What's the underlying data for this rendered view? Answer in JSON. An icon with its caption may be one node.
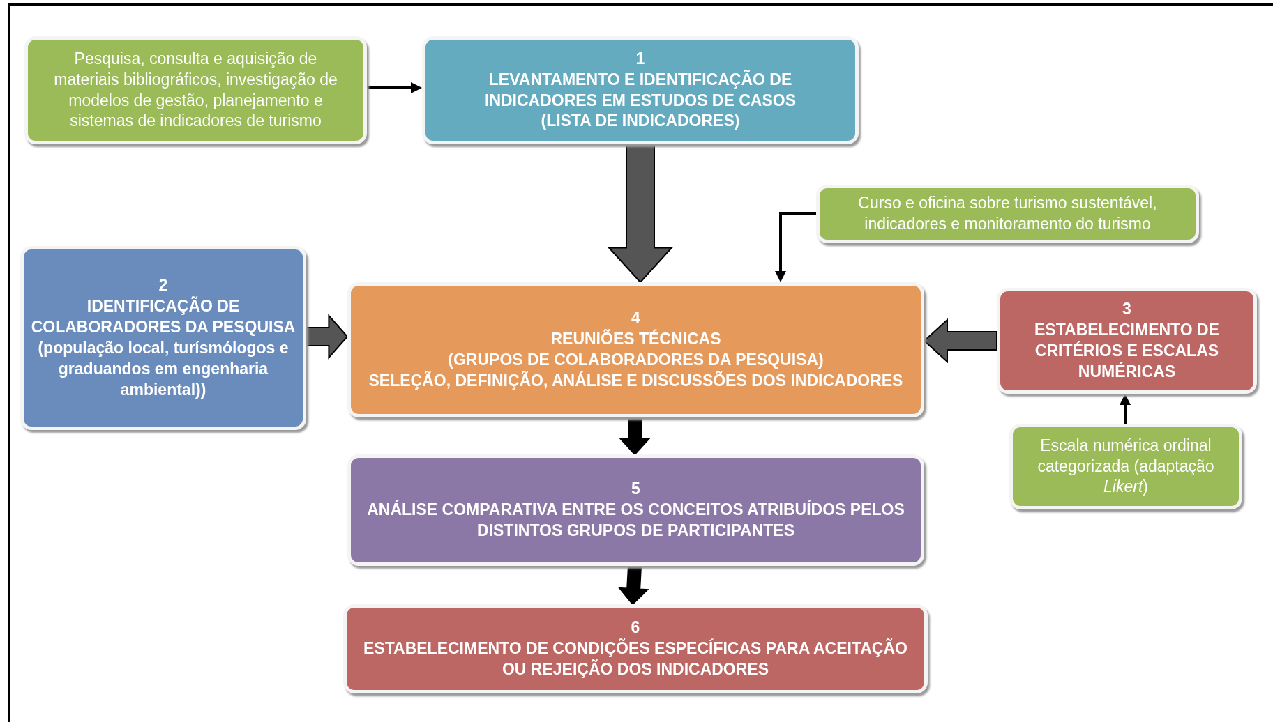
{
  "diagram": {
    "nodes": [
      {
        "text": [
          "Pesquisa, consulta e aquisição de materiais bibliográficos, investigação de modelos de gestão, planejamento e sistemas de indicadores de turismo"
        ]
      },
      {
        "text": [
          "1",
          "LEVANTAMENTO E IDENTIFICAÇÃO DE INDICADORES EM ESTUDOS DE CASOS",
          "(LISTA DE INDICADORES)"
        ]
      },
      {
        "text": [
          "Curso e oficina sobre turismo sustentável, indicadores e monitoramento do turismo"
        ]
      },
      {
        "text": [
          "2",
          "IDENTIFICAÇÃO DE COLABORADORES DA PESQUISA",
          "(população local, turísmólogos e graduandos em engenharia ambiental))"
        ]
      },
      {
        "text": [
          "4",
          "REUNIÕES TÉCNICAS",
          "(GRUPOS DE COLABORADORES DA PESQUISA)",
          "SELEÇÃO, DEFINIÇÃO, ANÁLISE E DISCUSSÕES DOS INDICADORES"
        ]
      },
      {
        "text": [
          "3",
          "ESTABELECIMENTO DE CRITÉRIOS E ESCALAS NUMÉRICAS"
        ]
      },
      {
        "text": [
          "Escala numérica ordinal categorizada (adaptação *Likert*)"
        ]
      },
      {
        "text": [
          "5",
          "ANÁLISE COMPARATIVA ENTRE OS CONCEITOS ATRIBUÍDOS PELOS DISTINTOS GRUPOS DE PARTICIPANTES"
        ]
      },
      {
        "text": [
          "6",
          "ESTABELECIMENTO DE CONDIÇÕES ESPECÍFICAS PARA ACEITAÇÃO OU REJEIÇÃO DOS INDICADORES"
        ]
      }
    ],
    "edges": [
      {
        "from": 0,
        "to": 1,
        "arrow": "to"
      },
      {
        "from": 1,
        "to": 4,
        "arrow": "to",
        "style": "thick",
        "color": "#555555"
      },
      {
        "from": 2,
        "to": 4,
        "arrow": "to"
      },
      {
        "from": 3,
        "to": 4,
        "arrow": "to",
        "style": "thick",
        "color": "#555555"
      },
      {
        "from": 5,
        "to": 4,
        "arrow": "to",
        "style": "thick",
        "color": "#555555"
      },
      {
        "from": 4,
        "to": 7,
        "arrow": "to",
        "style": "thick"
      },
      {
        "from": 7,
        "to": 8,
        "arrow": "to",
        "style": "thick"
      },
      {
        "from": 6,
        "to": 5,
        "arrow": "to"
      }
    ]
  }
}
